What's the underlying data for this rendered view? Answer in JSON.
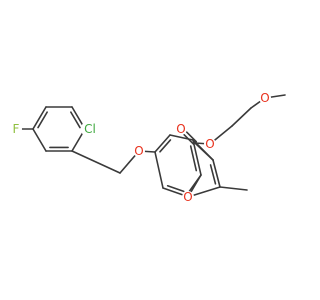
{
  "molecule": {
    "atoms": [
      {
        "id": "F",
        "symbol": "F",
        "color": "#8fbf3f"
      },
      {
        "id": "Cl",
        "symbol": "Cl",
        "color": "#3fa83f"
      },
      {
        "id": "O_ether",
        "symbol": "O",
        "color": "#e8321e"
      },
      {
        "id": "O_furan",
        "symbol": "O",
        "color": "#e8321e"
      },
      {
        "id": "O_carbonyl",
        "symbol": "O",
        "color": "#e8321e"
      },
      {
        "id": "O_ester",
        "symbol": "O",
        "color": "#e8321e"
      },
      {
        "id": "O_methoxy",
        "symbol": "O",
        "color": "#e8321e"
      }
    ]
  }
}
